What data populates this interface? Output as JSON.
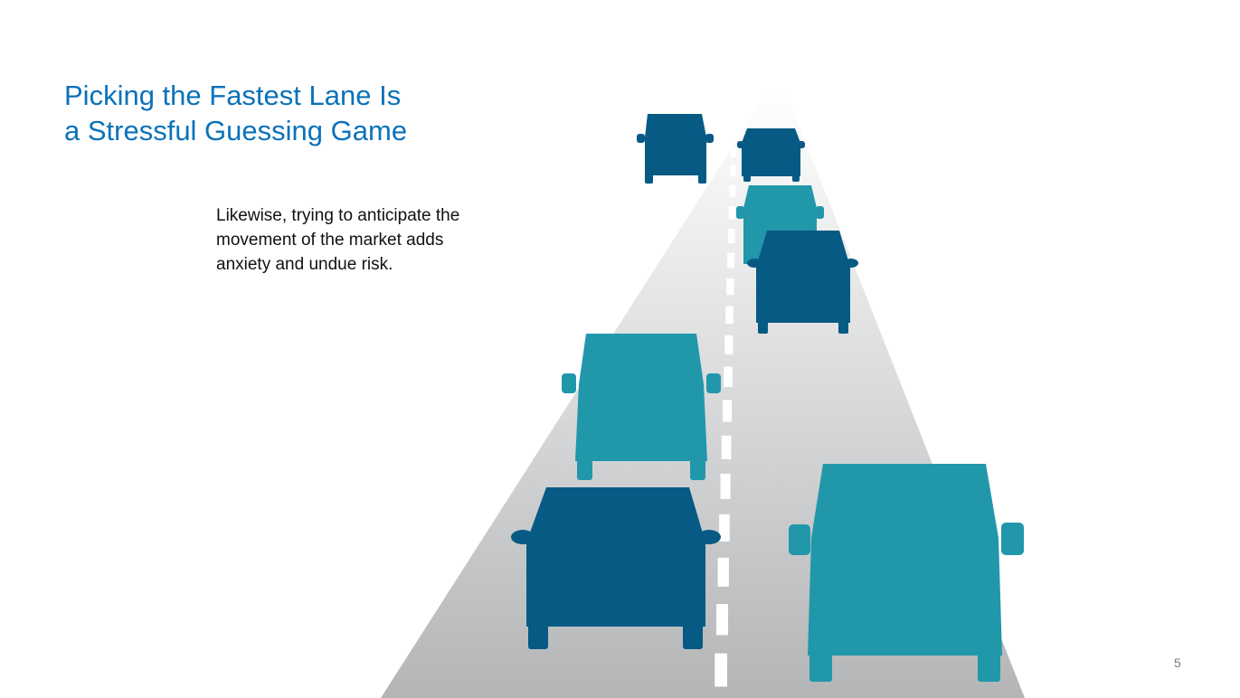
{
  "slide": {
    "title_lines": [
      "Picking the Fastest Lane Is",
      "a Stressful Guessing Game"
    ],
    "body_lines": [
      "Likewise, trying to anticipate the",
      "movement of the market adds",
      "anxiety and undue risk."
    ],
    "page_number": "5"
  },
  "colors": {
    "title": "#0b72b9",
    "body_text": "#111111",
    "road_far": "#ffffff",
    "road_near": "#b3b5b7",
    "lane_marking": "#ffffff",
    "vehicle_dark": "#075a84",
    "vehicle_light": "#2197aa"
  },
  "scene": {
    "icons": [
      "road-icon",
      "lane-divider-icon",
      "van-icon",
      "car-icon"
    ]
  }
}
